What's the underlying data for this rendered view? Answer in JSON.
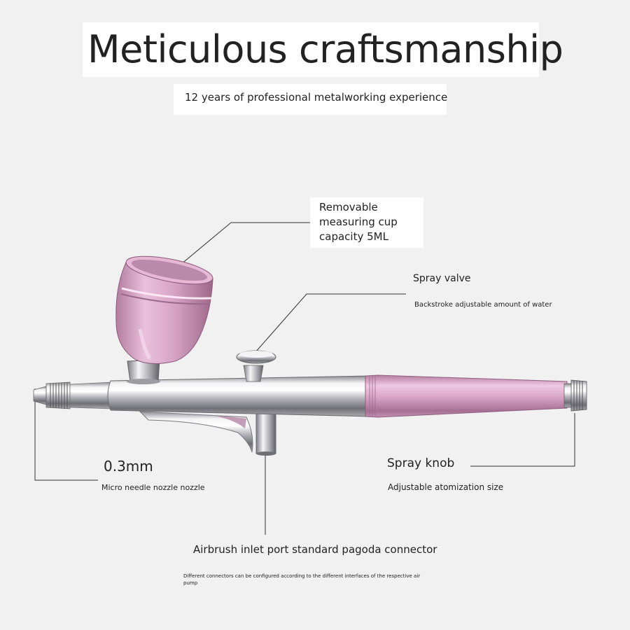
{
  "header": {
    "title": "Meticulous craftsmanship",
    "subtitle": "12 years of professional metalworking experience"
  },
  "callouts": {
    "cup": {
      "label": "Removable\nmeasuring cup\ncapacity 5ML"
    },
    "valve": {
      "title": "Spray valve",
      "desc": "Backstroke adjustable amount of water"
    },
    "nozzle": {
      "size": "0.3mm",
      "desc": "Micro needle nozzle nozzle"
    },
    "knob": {
      "title": "Spray knob",
      "desc": "Adjustable atomization size"
    },
    "inlet": {
      "title": "Airbrush inlet port standard pagoda connector"
    }
  },
  "footnote": "Different connectors can be configured according to the different interfaces of the respective air pump",
  "colors": {
    "background": "#f1f1f1",
    "pink": "#d9a4c6",
    "chrome": "#c9c9cd",
    "text": "#222222"
  }
}
